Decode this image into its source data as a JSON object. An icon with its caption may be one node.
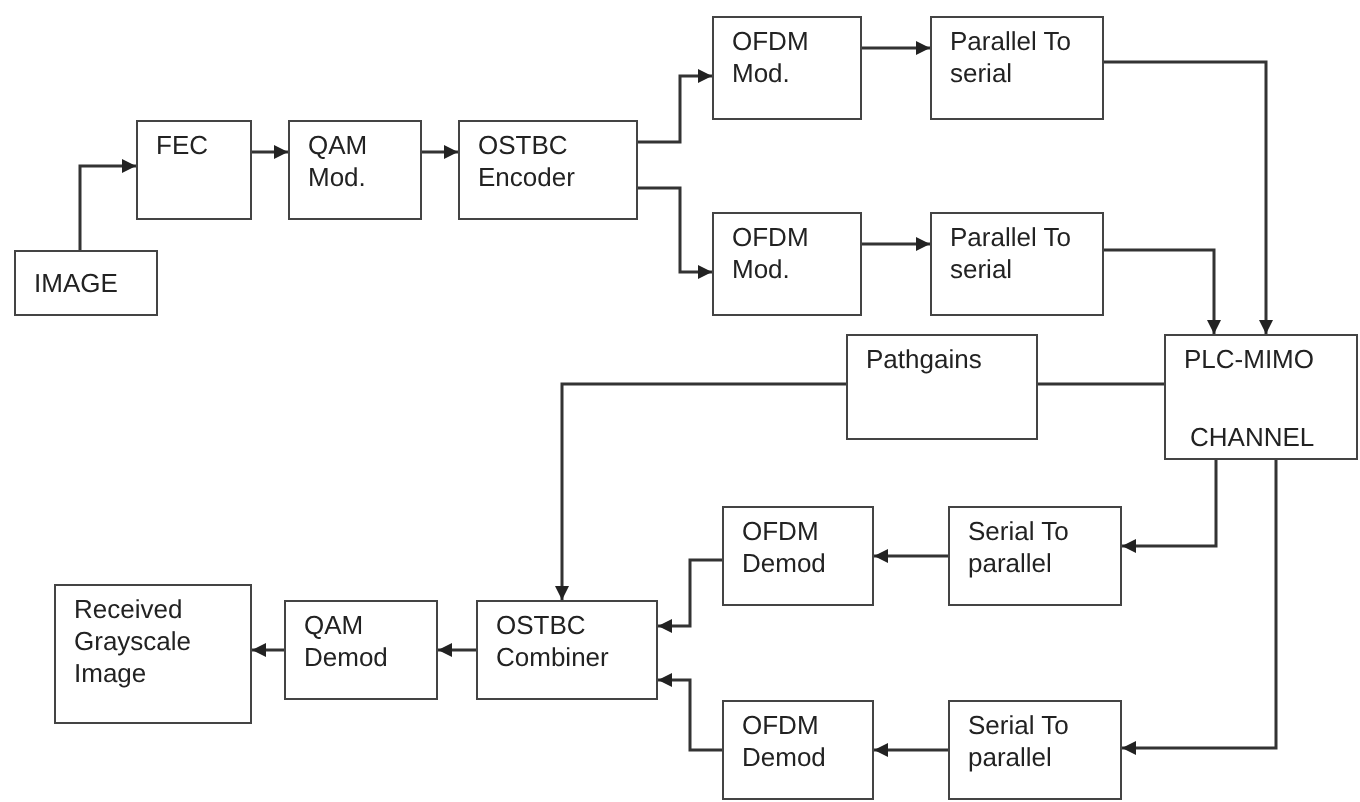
{
  "diagram": {
    "nodes": [
      {
        "text": [
          "IMAGE"
        ]
      },
      {
        "text": [
          "FEC"
        ]
      },
      {
        "text": [
          "QAM Mod."
        ]
      },
      {
        "text": [
          "OSTBC Encoder"
        ]
      },
      {
        "text": [
          "OFDM Mod."
        ]
      },
      {
        "text": [
          "Parallel To serial"
        ]
      },
      {
        "text": [
          "OFDM Mod."
        ]
      },
      {
        "text": [
          "Parallel To serial"
        ]
      },
      {
        "text": [
          "Pathgains"
        ]
      },
      {
        "text": [
          "PLC-MIMO",
          "CHANNEL"
        ]
      },
      {
        "text": [
          "OFDM Demod"
        ]
      },
      {
        "text": [
          "Serial To parallel"
        ]
      },
      {
        "text": [
          "Received Grayscale Image"
        ]
      },
      {
        "text": [
          "QAM Demod"
        ]
      },
      {
        "text": [
          "OSTBC Combiner"
        ]
      },
      {
        "text": [
          "OFDM Demod"
        ]
      },
      {
        "text": [
          "Serial To parallel"
        ]
      }
    ],
    "edges": [
      {
        "from": 0,
        "to": 1,
        "arrow": "to"
      },
      {
        "from": 1,
        "to": 2,
        "arrow": "to"
      },
      {
        "from": 2,
        "to": 3,
        "arrow": "to"
      },
      {
        "from": 3,
        "to": 4,
        "arrow": "to"
      },
      {
        "from": 3,
        "to": 6,
        "arrow": "to"
      },
      {
        "from": 4,
        "to": 5,
        "arrow": "to"
      },
      {
        "from": 6,
        "to": 7,
        "arrow": "to"
      },
      {
        "from": 5,
        "to": 9,
        "arrow": "to"
      },
      {
        "from": 7,
        "to": 9,
        "arrow": "to"
      },
      {
        "from": 9,
        "to": 8,
        "arrow": "none"
      },
      {
        "from": 8,
        "to": 14,
        "arrow": "to"
      },
      {
        "from": 9,
        "to": 11,
        "arrow": "to"
      },
      {
        "from": 9,
        "to": 16,
        "arrow": "to"
      },
      {
        "from": 11,
        "to": 10,
        "arrow": "to"
      },
      {
        "from": 16,
        "to": 15,
        "arrow": "to"
      },
      {
        "from": 10,
        "to": 14,
        "arrow": "to"
      },
      {
        "from": 15,
        "to": 14,
        "arrow": "to"
      },
      {
        "from": 14,
        "to": 13,
        "arrow": "to"
      },
      {
        "from": 13,
        "to": 12,
        "arrow": "to"
      }
    ]
  }
}
